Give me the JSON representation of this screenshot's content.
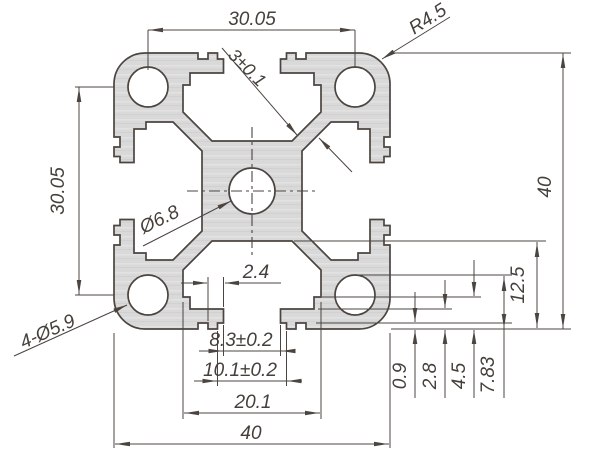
{
  "drawing": {
    "type": "technical-cross-section",
    "subject": "40x40 aluminum T-slot extrusion profile",
    "colors": {
      "outline": "#4c443f",
      "dimension_lines": "#4c443f",
      "profile_fill": "#d9d9d9",
      "profile_fill_streak": "#e2e2e2",
      "background": "#ffffff",
      "text": "#463f3a"
    },
    "dims": {
      "top_hole_pitch": "30.05",
      "left_hole_pitch": "30.05",
      "corner_radius": "R4.5",
      "slot_lip_thickness": "3±0.1",
      "height_overall": "40",
      "center_hole_dia": "Ø6.8",
      "corner_holes": "4-Ø5.9",
      "lip_step_width": "2.4",
      "slot_opening_width": "8.3±0.2",
      "slot_mouth_width": "10.1±0.2",
      "slot_cavity_width": "20.1",
      "width_overall": "40",
      "slot_cavity_depth": "12.5",
      "step_1": "0.9",
      "step_2": "2.8",
      "step_3": "4.5",
      "step_4": "7.83"
    }
  }
}
